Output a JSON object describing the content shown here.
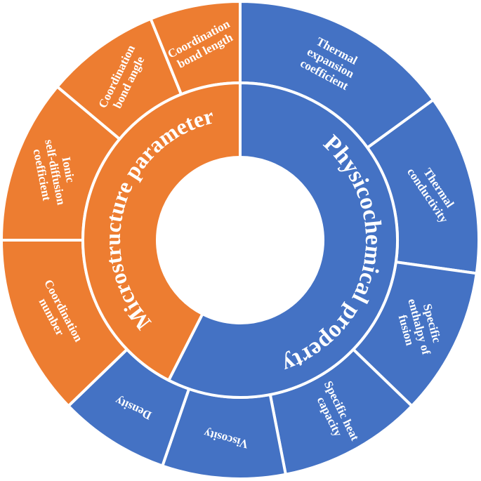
{
  "inner": [
    {
      "label": "Microstructure parameter",
      "color": "#ED7D31"
    },
    {
      "label": "Physicochemical property",
      "color": "#4472C4"
    }
  ],
  "outer": [
    {
      "lines": [
        "Thermal",
        "expansion",
        "coefficient"
      ],
      "group": 1,
      "color": "#4472C4"
    },
    {
      "lines": [
        "Thermal",
        "conductivity"
      ],
      "group": 1,
      "color": "#4472C4"
    },
    {
      "lines": [
        "Specific",
        "enthalpy of",
        "fusion"
      ],
      "group": 1,
      "color": "#4472C4"
    },
    {
      "lines": [
        "Specific heat",
        "capacity"
      ],
      "group": 1,
      "color": "#4472C4"
    },
    {
      "lines": [
        "Viscosity"
      ],
      "group": 1,
      "color": "#4472C4"
    },
    {
      "lines": [
        "Density"
      ],
      "group": 1,
      "color": "#4472C4"
    },
    {
      "lines": [
        "Coordination",
        "number"
      ],
      "group": 0,
      "color": "#ED7D31"
    },
    {
      "lines": [
        "Ionic",
        "self-diffusion",
        "coefficient"
      ],
      "group": 0,
      "color": "#ED7D31"
    },
    {
      "lines": [
        "Coordination",
        "bond angle"
      ],
      "group": 0,
      "color": "#ED7D31"
    },
    {
      "lines": [
        "Coordination",
        "bond length"
      ],
      "group": 0,
      "color": "#ED7D31"
    }
  ],
  "separator_color": "#ffffff"
}
